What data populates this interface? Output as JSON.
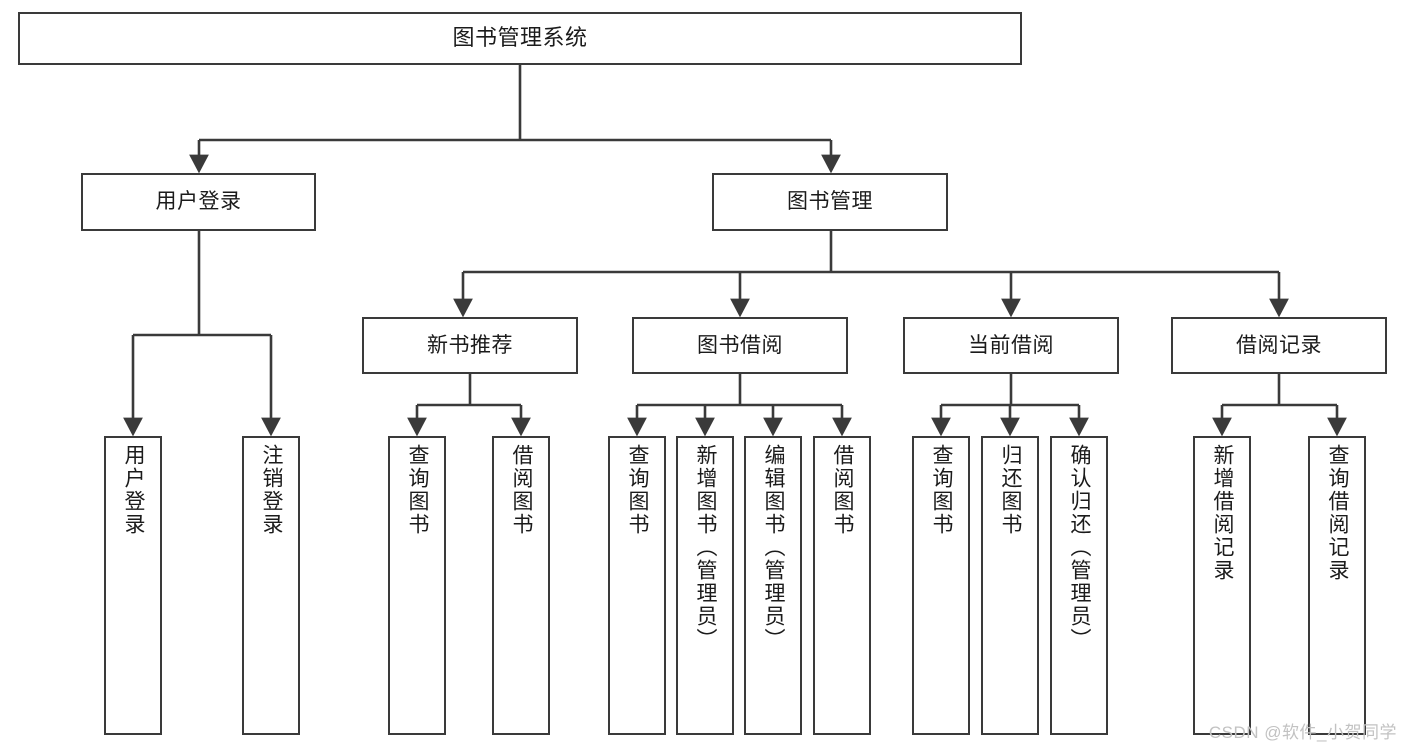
{
  "diagram": {
    "title": "图书管理系统",
    "type": "tree-hierarchy-chart",
    "colors": {
      "box_border": "#3a3a3a",
      "box_fill": "#ffffff",
      "connector": "#3a3a3a",
      "text": "#1b1b1b",
      "watermark": "#c2c2c2",
      "canvas": "#ffffff"
    },
    "root": {
      "label": "图书管理系统"
    },
    "level2": [
      {
        "id": "user-login",
        "label": "用户登录"
      },
      {
        "id": "book-management",
        "label": "图书管理"
      }
    ],
    "level3": [
      {
        "id": "new-book-recommend",
        "label": "新书推荐"
      },
      {
        "id": "book-borrow",
        "label": "图书借阅"
      },
      {
        "id": "current-borrow",
        "label": "当前借阅"
      },
      {
        "id": "borrow-record",
        "label": "借阅记录"
      }
    ],
    "leaves": {
      "user_login": [
        {
          "id": "leaf-user-login",
          "label": "用户登录"
        },
        {
          "id": "leaf-logout-login",
          "label": "注销登录"
        }
      ],
      "new_book_recommend": [
        {
          "id": "leaf-query-book-1",
          "label": "查询图书"
        },
        {
          "id": "leaf-borrow-book-1",
          "label": "借阅图书"
        }
      ],
      "book_borrow": [
        {
          "id": "leaf-query-book-2",
          "label": "查询图书"
        },
        {
          "id": "leaf-add-book",
          "label": "新增图书（管理员）"
        },
        {
          "id": "leaf-edit-book",
          "label": "编辑图书（管理员）"
        },
        {
          "id": "leaf-borrow-book-2",
          "label": "借阅图书"
        }
      ],
      "current_borrow": [
        {
          "id": "leaf-query-book-3",
          "label": "查询图书"
        },
        {
          "id": "leaf-return-book",
          "label": "归还图书"
        },
        {
          "id": "leaf-confirm-return",
          "label": "确认归还（管理员）"
        }
      ],
      "borrow_record": [
        {
          "id": "leaf-add-record",
          "label": "新增借阅记录"
        },
        {
          "id": "leaf-query-record",
          "label": "查询借阅记录"
        }
      ]
    },
    "watermark": "CSDN @软件_小贺同学"
  }
}
